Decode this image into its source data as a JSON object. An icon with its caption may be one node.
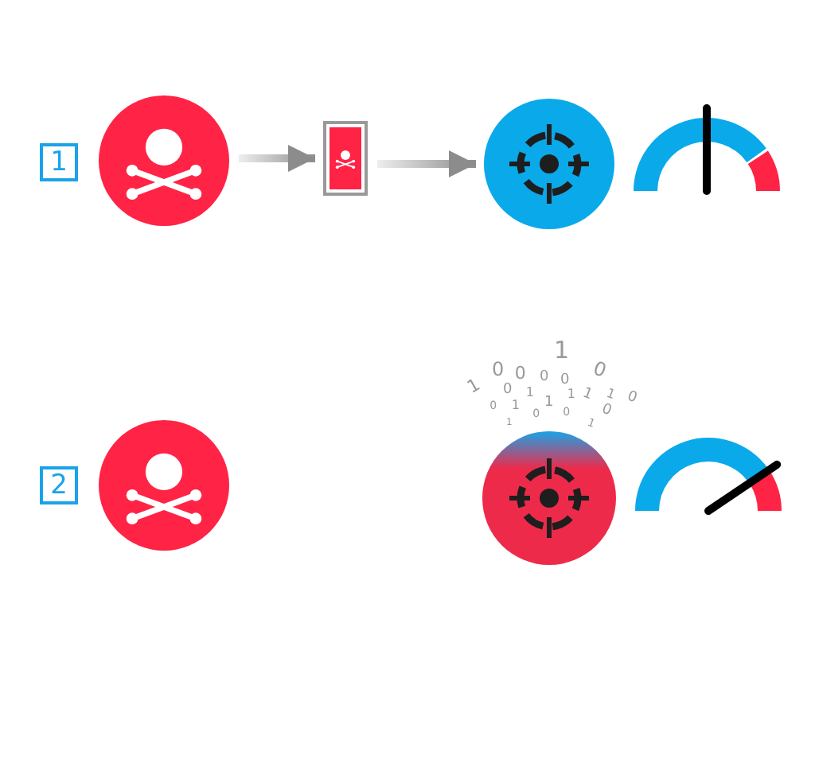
{
  "diagram": {
    "nodes": [
      {
        "text": [
          "1"
        ]
      },
      {
        "text": [],
        "shape": "circle"
      },
      {
        "text": [],
        "shape": "box"
      },
      {
        "text": [],
        "shape": "circle"
      },
      {
        "text": [
          "2"
        ]
      },
      {
        "text": [],
        "shape": "circle"
      },
      {
        "text": [],
        "shape": "circle"
      }
    ],
    "edges": [
      {
        "from": 1,
        "to": 2,
        "arrow": "to"
      },
      {
        "from": 2,
        "to": 3,
        "arrow": "to"
      }
    ],
    "labels": [
      "1",
      "1",
      "0",
      "0",
      "0",
      "0",
      "0",
      "0",
      "1",
      "1",
      "1",
      "1",
      "0",
      "0",
      "1",
      "1",
      "0",
      "0",
      "0",
      "1",
      "1"
    ]
  }
}
